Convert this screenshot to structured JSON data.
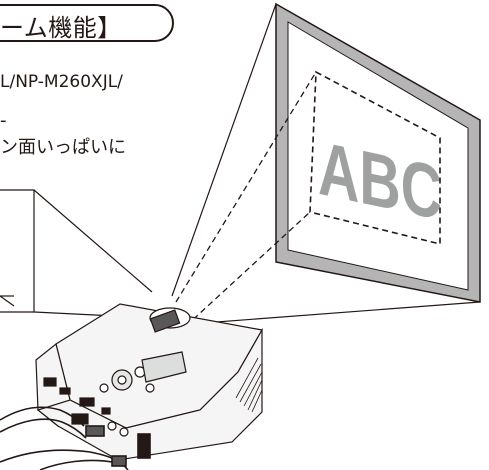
{
  "section": {
    "title": "ーム機能】"
  },
  "body": {
    "model_line": "L/NP-M260XJL/",
    "line_2": "-",
    "line_3": "ン面いっぱいに"
  },
  "figure": {
    "screen_text": "ABC"
  },
  "colors": {
    "ink": "#231815",
    "screen_frame": "#b5b5b6",
    "screen_text": "#9fa0a0",
    "projector_body": "#f5f5f5"
  }
}
